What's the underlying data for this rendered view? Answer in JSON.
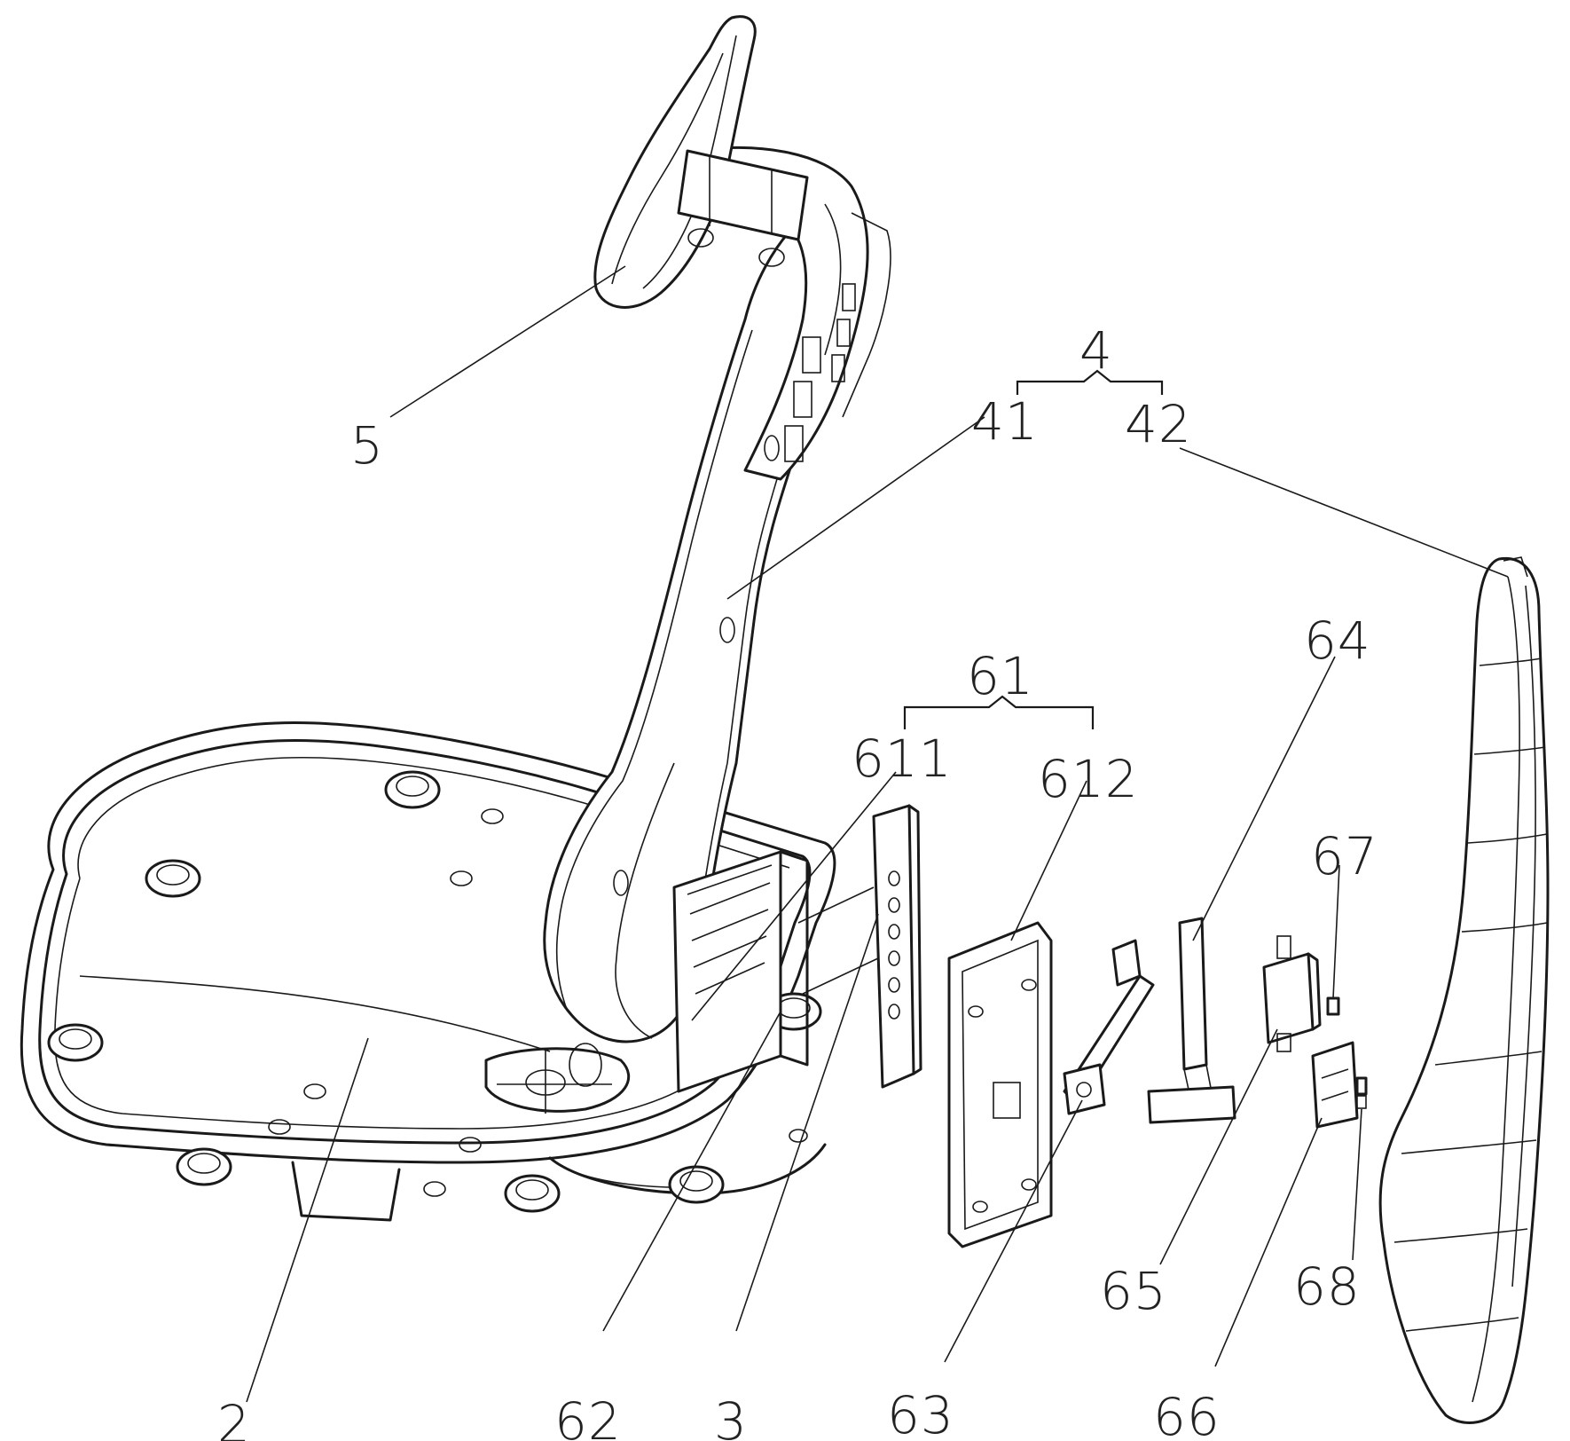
{
  "colors": {
    "background": "#ffffff",
    "ink": "#1a1a1a"
  },
  "labels": {
    "l5": "5",
    "l4": "4",
    "l41": "41",
    "l42": "42",
    "l61": "61",
    "l611": "611",
    "l612": "612",
    "l64": "64",
    "l67": "67",
    "l65": "65",
    "l68": "68",
    "l2": "2",
    "l62": "62",
    "l3": "3",
    "l63": "63",
    "l66": "66"
  }
}
